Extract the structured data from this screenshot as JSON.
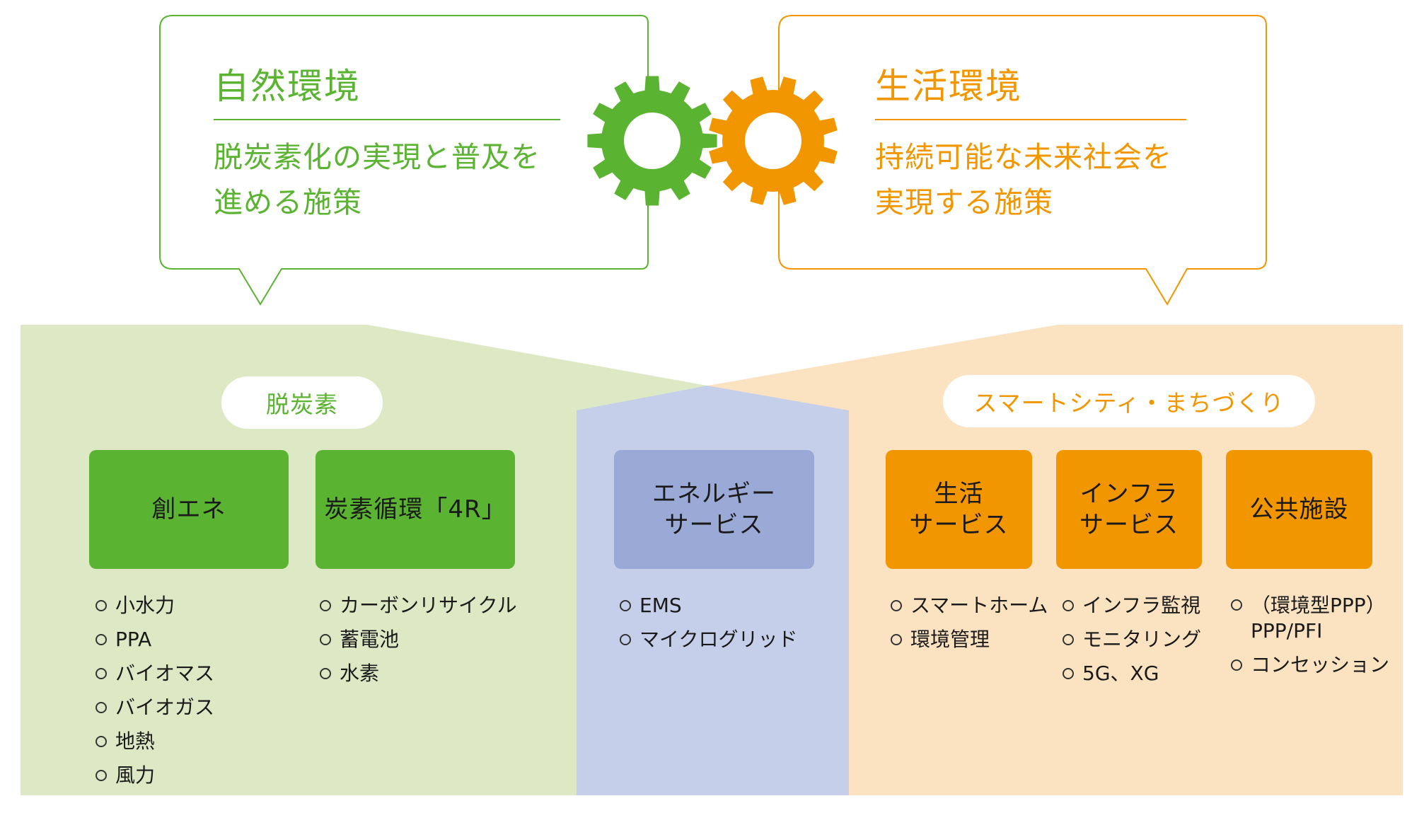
{
  "colors": {
    "green": "#5bb431",
    "green_bg": "#dde9c5",
    "orange": "#f29600",
    "orange_bg": "#fbe3c2",
    "blue_bg": "#c6cfea",
    "blue_box": "#9aa9d6"
  },
  "bubbles": {
    "left": {
      "title": "自然環境",
      "desc_lines": [
        "脱炭素化の実現と普及を",
        "進める施策"
      ]
    },
    "right": {
      "title": "生活環境",
      "desc_lines": [
        "持続可能な未来社会を",
        "実現する施策"
      ]
    }
  },
  "icons": [
    "gear-icon-green",
    "gear-icon-orange"
  ],
  "pills": {
    "left": "脱炭素",
    "right": "スマートシティ・まちづくり"
  },
  "columns": [
    {
      "box_lines": [
        "創エネ"
      ],
      "items": [
        "小水力",
        "PPA",
        "バイオマス",
        "バイオガス",
        "地熱",
        "風力"
      ]
    },
    {
      "box_lines": [
        "炭素循環「4R」"
      ],
      "items": [
        "カーボンリサイクル",
        "蓄電池",
        "水素"
      ]
    },
    {
      "box_lines": [
        "エネルギー",
        "サービス"
      ],
      "items": [
        "EMS",
        "マイクログリッド"
      ]
    },
    {
      "box_lines": [
        "生活",
        "サービス"
      ],
      "items": [
        "スマートホーム",
        "環境管理"
      ]
    },
    {
      "box_lines": [
        "インフラ",
        "サービス"
      ],
      "items": [
        "インフラ監視",
        "モニタリング",
        "5G、XG"
      ]
    },
    {
      "box_lines": [
        "公共施設"
      ],
      "items": [
        [
          "（環境型PPP）",
          "PPP/PFI"
        ],
        "コンセッション"
      ]
    }
  ]
}
